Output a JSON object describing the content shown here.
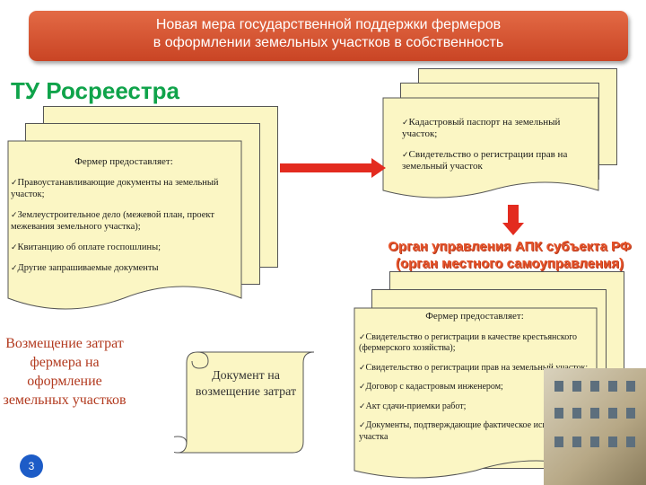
{
  "header": {
    "line1": "Новая мера государственной поддержки фермеров",
    "line2": "в оформлении земельных участков в собственность"
  },
  "agency": "ТУ Росреестра",
  "left_docs": {
    "heading": "Фермер предоставляет:",
    "items": [
      "Правоустанавливающие документы на земельный участок;",
      "Землеустроительное дело (межевой план, проект межевания земельного участка);",
      "Квитанцию об оплате госпошлины;",
      "Другие запрашиваемые документы"
    ]
  },
  "rosreestr_docs": {
    "items": [
      "Кадастровый паспорт на земельный участок;",
      "Свидетельство о регистрации прав на земельный участок"
    ]
  },
  "org": {
    "line1": "Орган управления АПК субъекта РФ",
    "line2": "(орган местного самоуправления)"
  },
  "bottom_docs": {
    "heading": "Фермер предоставляет:",
    "items": [
      "Свидетельство о регистрации в качестве крестьянского (фермерского хозяйства);",
      "Свидетельство о регистрации прав на земельный участок;",
      "Договор с кадастровым инженером;",
      "Акт сдачи-приемки работ;",
      "Документы, подтверждающие фактическое использование участка"
    ]
  },
  "reimbursement": "Возмещение затрат фермера на оформление земельных участков",
  "scroll": "Документ на возмещение затрат",
  "slide_number": "3",
  "colors": {
    "banner": "#d9532f",
    "agency": "#0fa34a",
    "paper": "#fbf6c4",
    "arrow": "#e32b1f"
  }
}
